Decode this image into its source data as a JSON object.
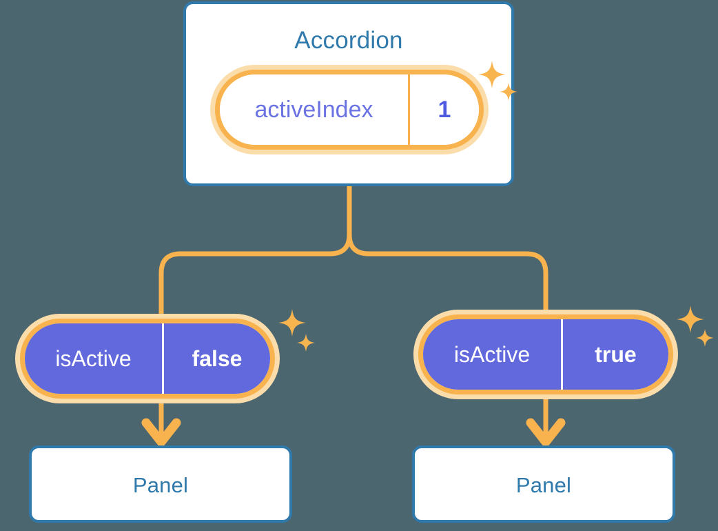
{
  "theme": {
    "background": "#4c6670",
    "card_border": "#2f79ab",
    "card_title_color": "#2f79ab",
    "card_fill": "#ffffff",
    "pill_halo": "#fbddab",
    "pill_ring": "#f8b34e",
    "pill_fill_state": "#6169dd",
    "pill_fill_prop": "#ffffff",
    "prop_key_color": "#6b73e3",
    "prop_value_color": "#4f5ae0",
    "state_text_color": "#ffffff",
    "connector_color": "#f8b34e",
    "sparkle_color": "#f8b44f"
  },
  "root": {
    "title": "Accordion",
    "state_pill": {
      "key": "activeIndex",
      "value": "1"
    }
  },
  "branches": [
    {
      "id": "left",
      "prop_pill": {
        "key": "isActive",
        "value": "false"
      },
      "child": {
        "title": "Panel"
      }
    },
    {
      "id": "right",
      "prop_pill": {
        "key": "isActive",
        "value": "true"
      },
      "child": {
        "title": "Panel"
      }
    }
  ],
  "icons": {
    "sparkle_large": "sparkle-four-point-large",
    "sparkle_small": "sparkle-four-point-small",
    "arrow": "arrow-down"
  }
}
